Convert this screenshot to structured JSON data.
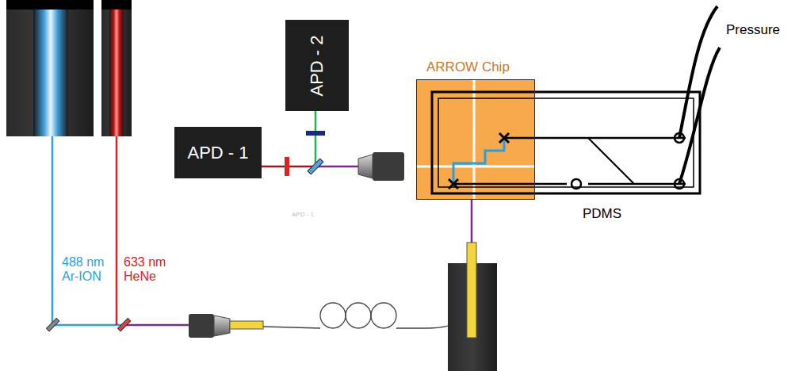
{
  "diagram": {
    "nodes": [
      {
        "text": [
          "APD - 2"
        ]
      },
      {
        "text": [
          "APD - 1"
        ]
      },
      {
        "text": [
          "ARROW Chip"
        ]
      }
    ],
    "labels": [
      "488 nm Ar-ION",
      "633 nm HeNe",
      "Pressure",
      "PDMS",
      "APD - 1"
    ]
  }
}
